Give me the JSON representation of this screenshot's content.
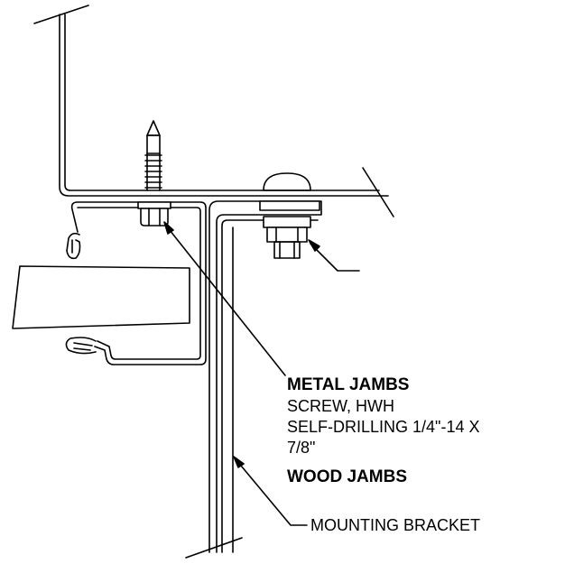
{
  "labels": {
    "metal_jambs_heading": "METAL JAMBS",
    "screw_line1": "SCREW, HWH",
    "screw_line2": "SELF-DRILLING 1/4\"-14 X",
    "screw_line3": "7/8\"",
    "wood_jambs_heading": "WOOD JAMBS",
    "mounting_bracket": "MOUNTING BRACKET"
  },
  "colors": {
    "line": "#000000",
    "fill": "#ffffff"
  }
}
